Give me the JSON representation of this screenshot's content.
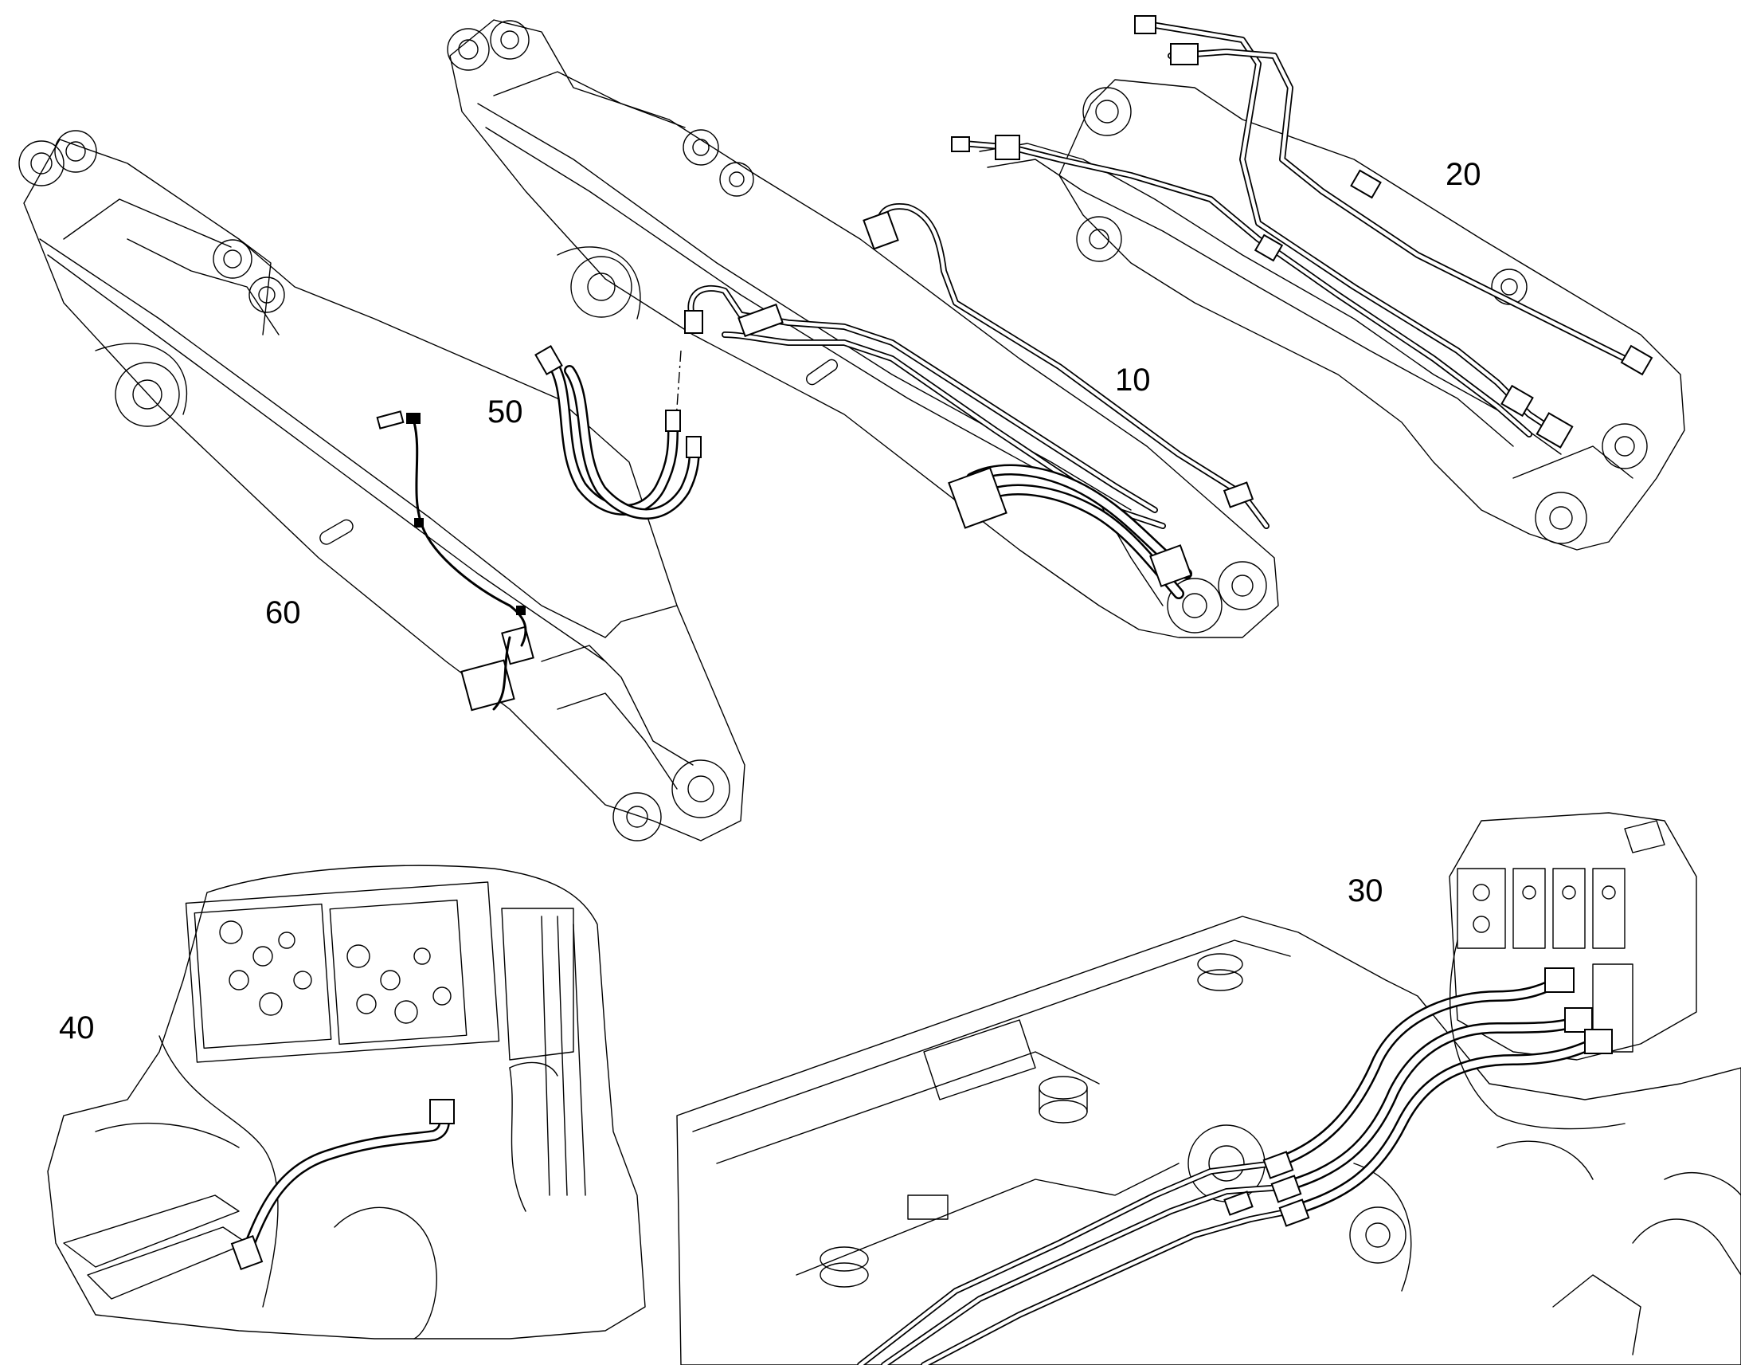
{
  "callouts": {
    "c10": "10",
    "c20": "20",
    "c30": "30",
    "c40": "40",
    "c50": "50",
    "c60": "60"
  },
  "colors": {
    "line": "#000000",
    "background": "#ffffff"
  }
}
